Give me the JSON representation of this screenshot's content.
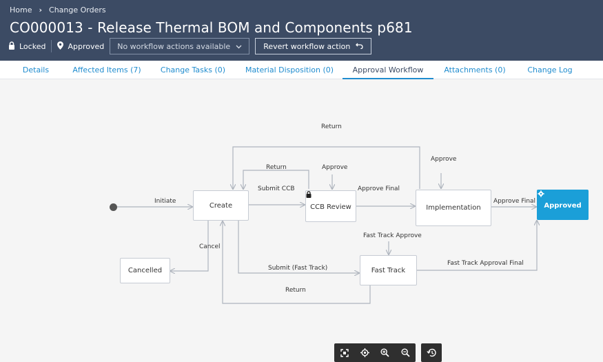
{
  "breadcrumb": {
    "home": "Home",
    "section": "Change Orders"
  },
  "header": {
    "title": "CO000013 - Release Thermal BOM and Components p681"
  },
  "status": {
    "lock_label": "Locked",
    "state_label": "Approved",
    "workflow_dropdown": "No workflow actions available",
    "revert_button": "Revert workflow action"
  },
  "tabs": [
    {
      "label": "Details",
      "active": false
    },
    {
      "label": "Affected Items (7)",
      "active": false
    },
    {
      "label": "Change Tasks (0)",
      "active": false
    },
    {
      "label": "Material Disposition (0)",
      "active": false
    },
    {
      "label": "Approval Workflow",
      "active": true
    },
    {
      "label": "Attachments (0)",
      "active": false
    },
    {
      "label": "Change Log",
      "active": false
    }
  ],
  "workflow": {
    "nodes": {
      "create": "Create",
      "ccb_review": "CCB Review",
      "implementation": "Implementation",
      "approved": "Approved",
      "cancelled": "Cancelled",
      "fast_track": "Fast Track"
    },
    "edges": {
      "initiate": "Initiate",
      "submit_ccb": "Submit CCB",
      "return_top": "Return",
      "return_ccb": "Return",
      "approve_ccb": "Approve",
      "approve_final_ccb": "Approve Final",
      "approve_impl": "Approve",
      "approve_final_impl": "Approve Final",
      "cancel": "Cancel",
      "fast_track_approve": "Fast Track Approve",
      "submit_fast_track": "Submit (Fast Track)",
      "fast_track_approval_final": "Fast Track Approval Final",
      "return_fast_track": "Return"
    }
  },
  "colors": {
    "header_bg": "#3c4b64",
    "accent": "#1f8ccf",
    "approved_node": "#1b9fd8",
    "canvas_bg": "#f5f5f5"
  },
  "toolbar_icons": [
    "fit-screen-icon",
    "center-focus-icon",
    "zoom-in-icon",
    "zoom-out-icon",
    "history-icon"
  ]
}
